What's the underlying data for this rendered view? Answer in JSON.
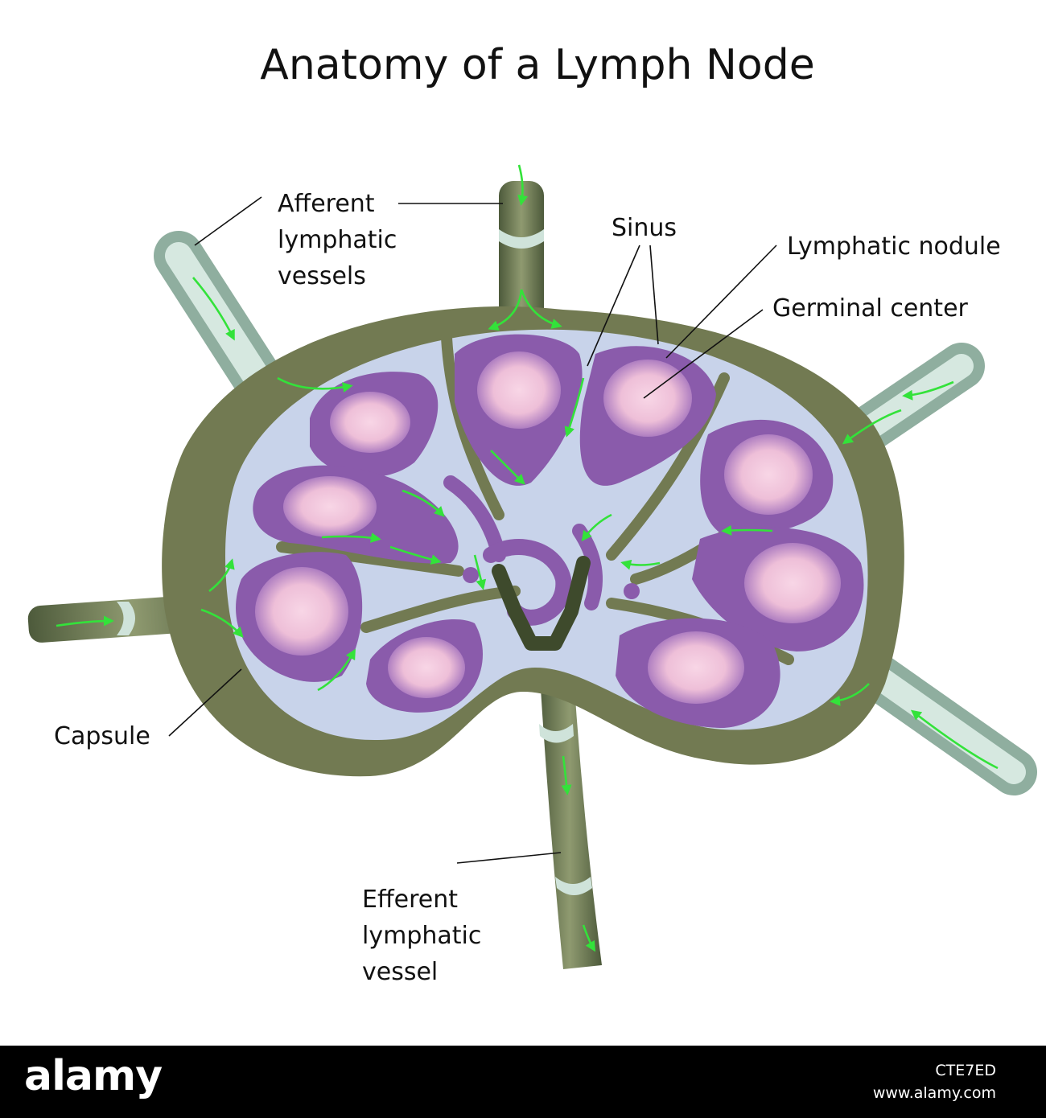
{
  "title": "Anatomy of a Lymph Node",
  "labels": {
    "afferent": [
      "Afferent",
      "lymphatic",
      "vessels"
    ],
    "sinus": "Sinus",
    "nodule": "Lymphatic nodule",
    "germinal": "Germinal center",
    "capsule": "Capsule",
    "efferent": [
      "Efferent",
      "lymphatic",
      "vessel"
    ]
  },
  "footer": {
    "brand": "alamy",
    "image_id": "CTE7ED",
    "site": "www.alamy.com"
  },
  "colors": {
    "capsule": "#727a52",
    "sinus": "#c8d3ea",
    "nodule": "#8a5bab",
    "germinal_center": "#f3c8de",
    "vessel": "#b5d0c5",
    "flow_arrow": "#33e23a"
  }
}
